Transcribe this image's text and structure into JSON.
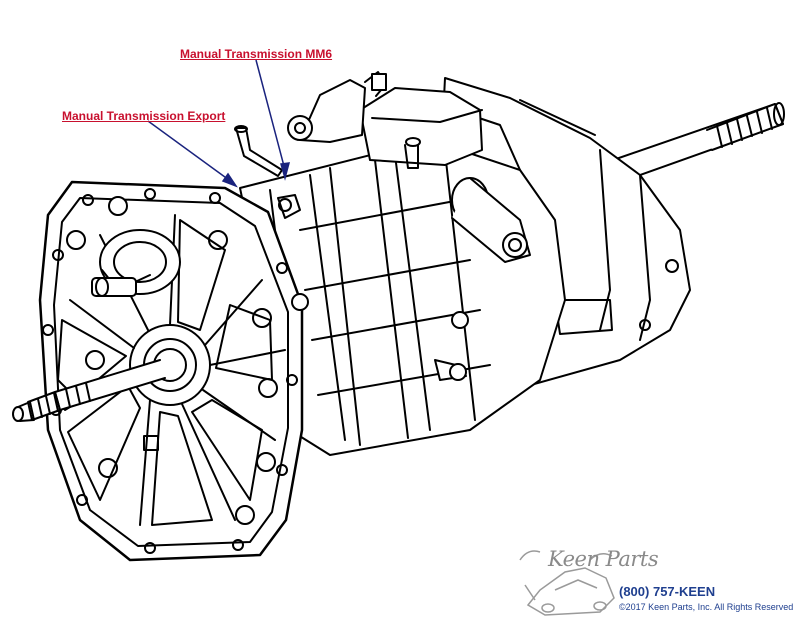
{
  "callouts": [
    {
      "label": "Manual Transmission MM6"
    },
    {
      "label": "Manual Transmission Export"
    }
  ],
  "footer": {
    "logo_text": "Keen Parts",
    "phone": "(800) 757-KEEN",
    "copyright": "©2017 Keen Parts, Inc. All Rights Reserved"
  },
  "colors": {
    "link": "#c8102e",
    "leader": "#1a237e",
    "line_art": "#000000",
    "footer_text": "#1f3f8f"
  }
}
